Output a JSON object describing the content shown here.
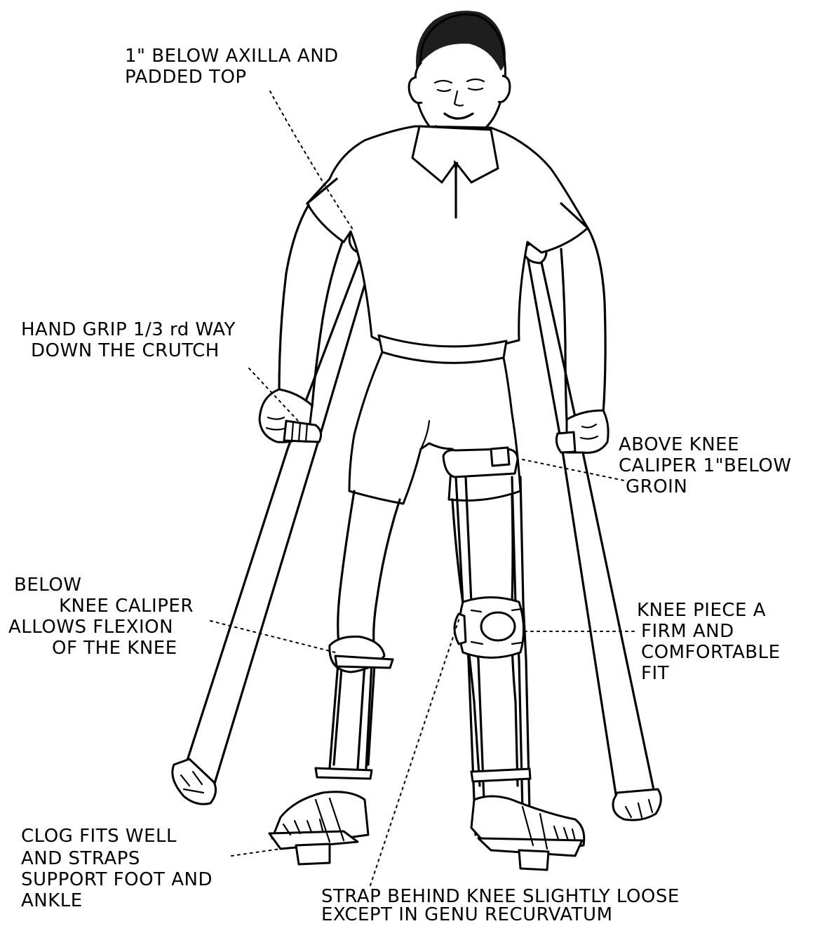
{
  "labels": {
    "axilla": [
      "1\" BELOW  AXILLA AND",
      "PADDED TOP"
    ],
    "hand_grip": [
      "HAND GRIP 1/3 rd  WAY",
      "DOWN THE CRUTCH"
    ],
    "above_knee": [
      "ABOVE KNEE",
      "CALIPER 1\"BELOW",
      "GROIN"
    ],
    "below_knee": [
      "BELOW",
      "KNEE CALIPER",
      "ALLOWS FLEXION",
      "OF THE KNEE"
    ],
    "knee_piece": [
      "KNEE PIECE A",
      "FIRM AND",
      "COMFORTABLE",
      "FIT"
    ],
    "clog": [
      "CLOG FITS WELL",
      "AND STRAPS",
      "SUPPORT FOOT AND",
      "ANKLE"
    ],
    "strap": [
      "STRAP BEHIND KNEE SLIGHTLY LOOSE",
      "EXCEPT IN GENU  RECURVATUM"
    ]
  }
}
